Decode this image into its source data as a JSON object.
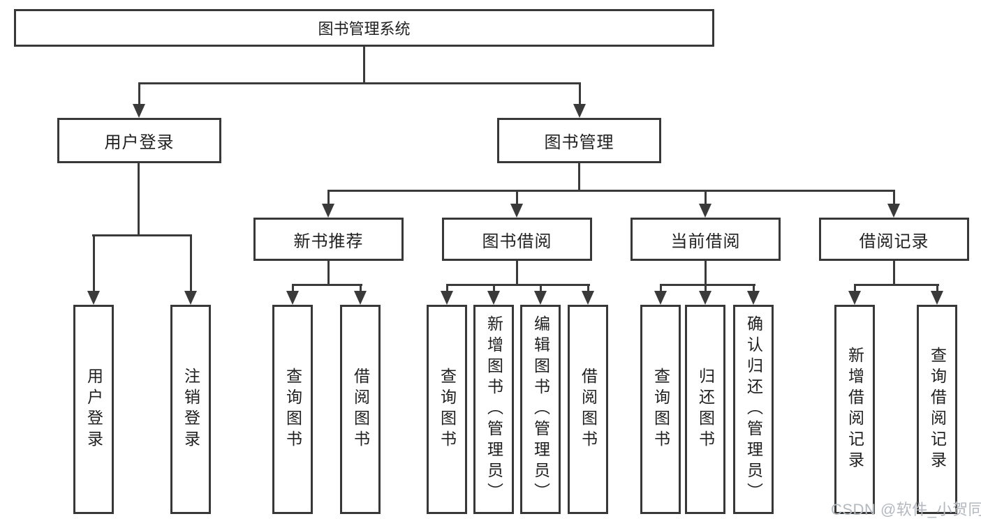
{
  "diagram": {
    "root": {
      "label": "图书管理系统"
    },
    "level2": [
      {
        "label": "用户登录"
      },
      {
        "label": "图书管理"
      }
    ],
    "level3": [
      {
        "label": "新书推荐"
      },
      {
        "label": "图书借阅"
      },
      {
        "label": "当前借阅"
      },
      {
        "label": "借阅记录"
      }
    ],
    "leaves": {
      "user_login": [
        "用户登录",
        "注销登录"
      ],
      "new_book": [
        "查询图书",
        "借阅图书"
      ],
      "book_borrow": [
        "查询图书",
        "新增图书（管理员）",
        "编辑图书（管理员）",
        "借阅图书"
      ],
      "current_borrow": [
        "查询图书",
        "归还图书",
        "确认归还（管理员）"
      ],
      "borrow_record": [
        "新增借阅记录",
        "查询借阅记录"
      ]
    }
  },
  "watermark": {
    "text": "CSDN @软件_小贺同学"
  },
  "colors": {
    "line": "#3a3a3a",
    "box_border": "#383838",
    "box_bg": "#ffffff",
    "text": "#1f1f1f",
    "watermark": "#b3b9bf"
  }
}
